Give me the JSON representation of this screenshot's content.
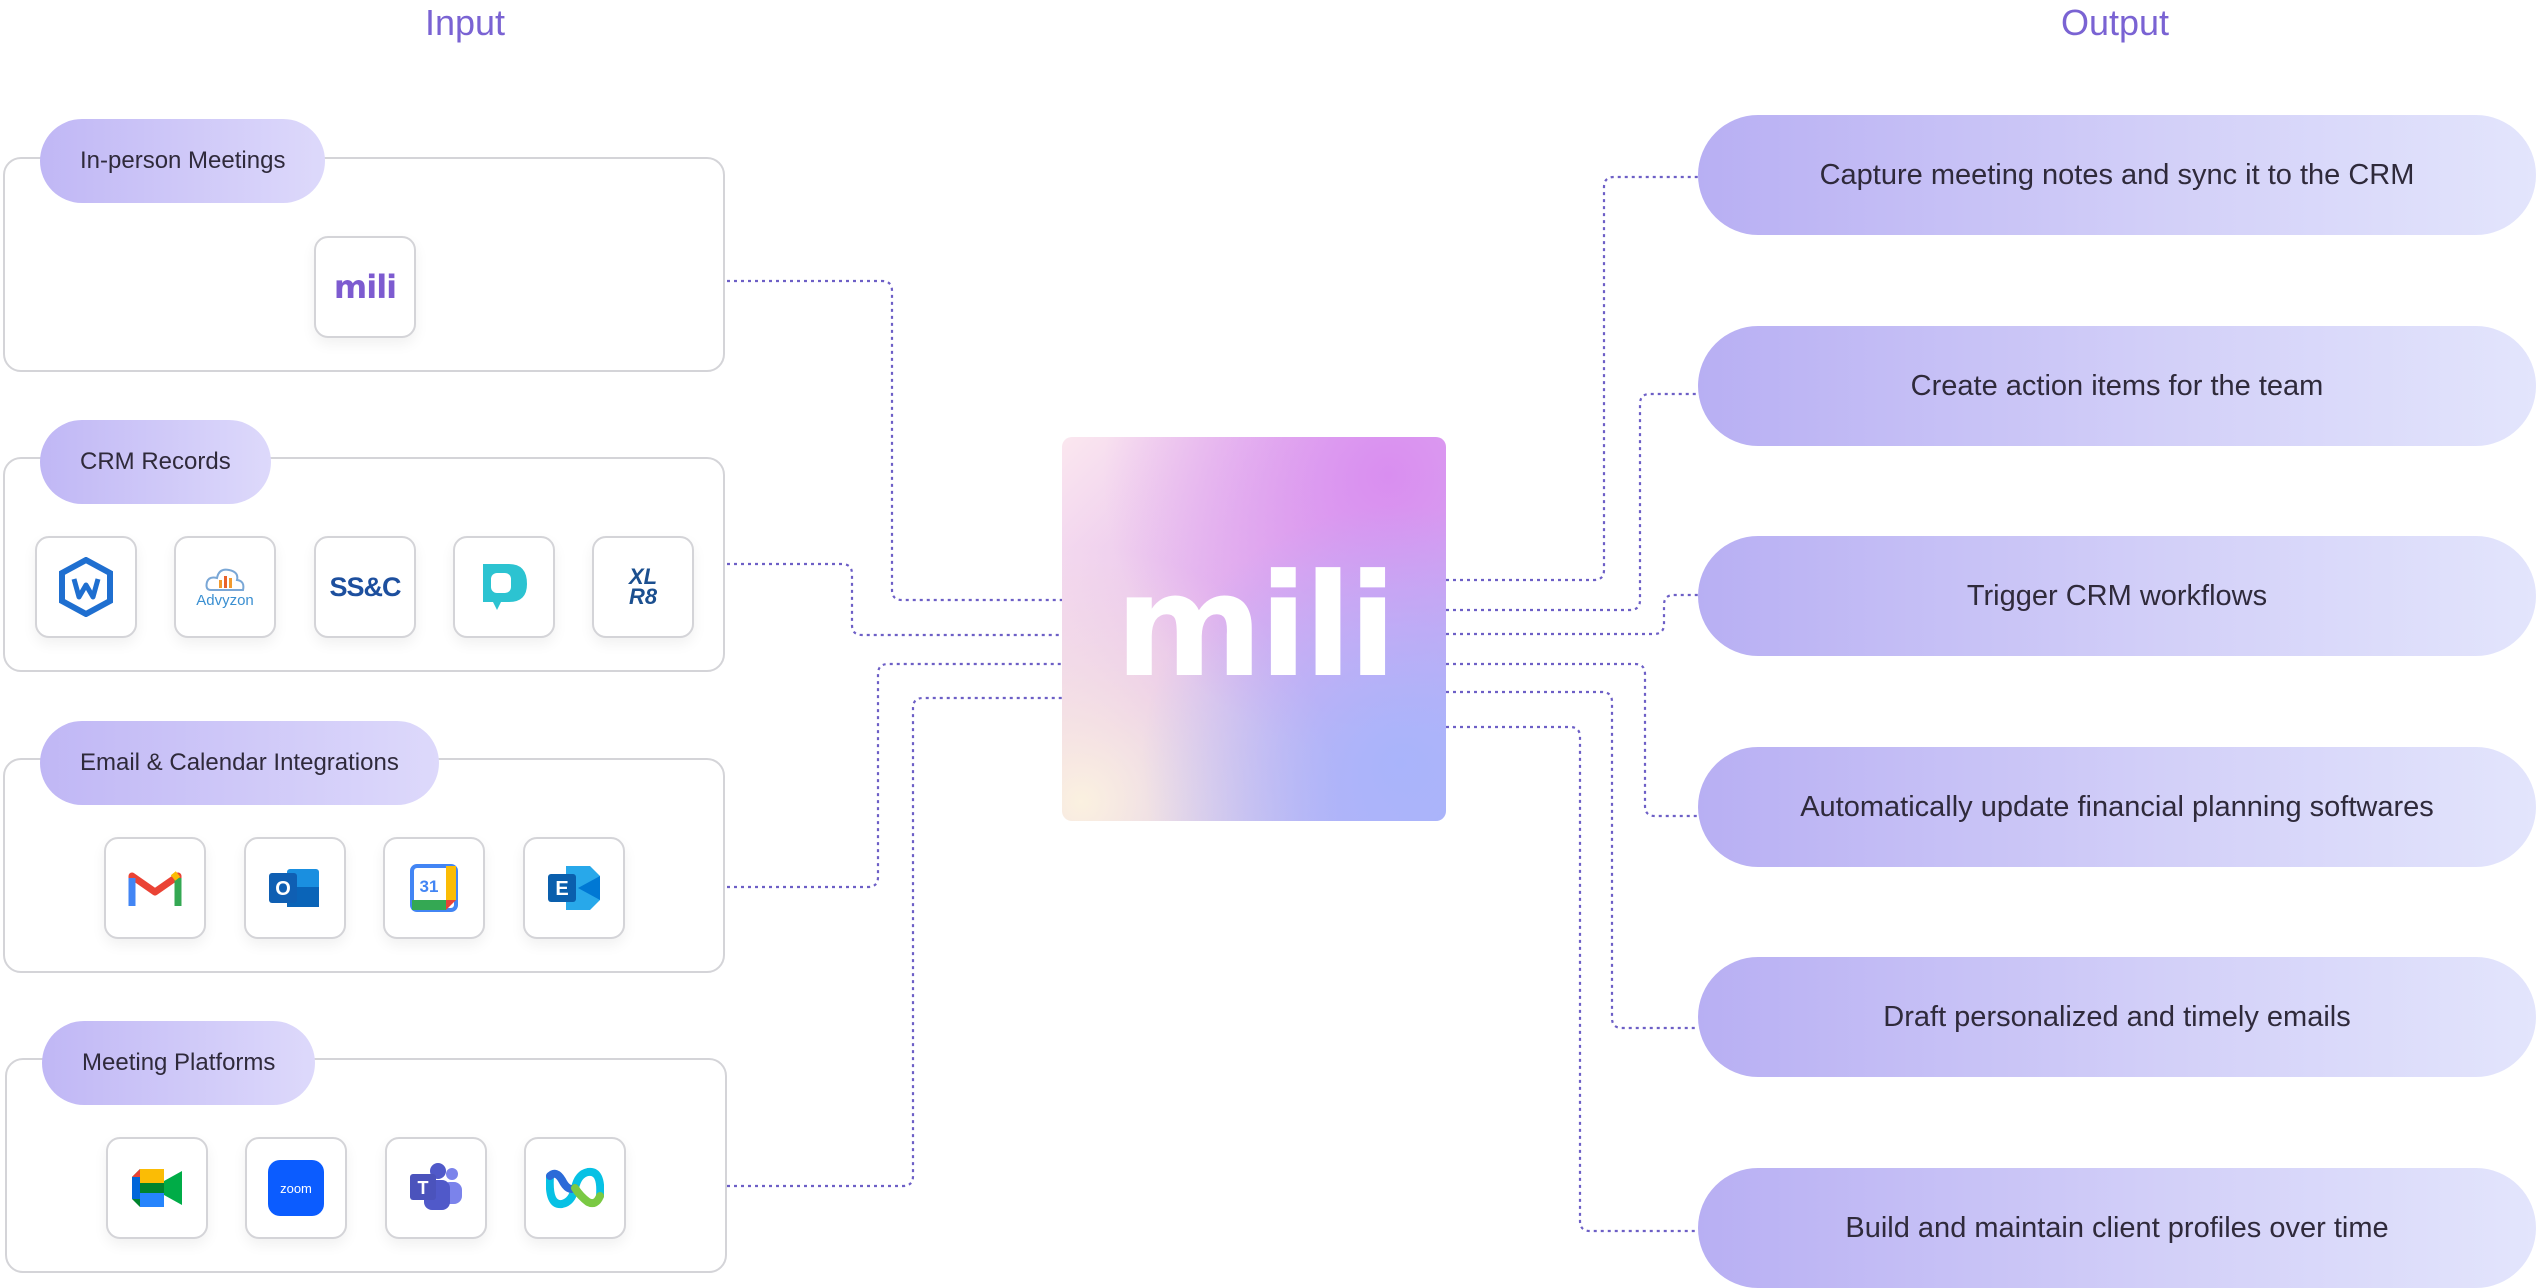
{
  "headings": {
    "input": "Input",
    "output": "Output"
  },
  "center": {
    "logo_text": "mili"
  },
  "input_groups": [
    {
      "label": "In-person Meetings",
      "tiles": [
        {
          "icon": "mili-logo-icon",
          "text": "mili"
        }
      ]
    },
    {
      "label": "CRM Records",
      "tiles": [
        {
          "icon": "wealthbox-icon"
        },
        {
          "icon": "advyzon-icon",
          "text": "Advyzon"
        },
        {
          "icon": "ssc-icon",
          "text": "SS&C"
        },
        {
          "icon": "redtail-icon"
        },
        {
          "icon": "xlr8-icon",
          "text": "XL R8"
        }
      ]
    },
    {
      "label": "Email & Calendar Integrations",
      "tiles": [
        {
          "icon": "gmail-icon"
        },
        {
          "icon": "outlook-icon",
          "text": "O"
        },
        {
          "icon": "google-calendar-icon",
          "text": "31"
        },
        {
          "icon": "exchange-icon",
          "text": "E"
        }
      ]
    },
    {
      "label": "Meeting Platforms",
      "tiles": [
        {
          "icon": "google-meet-icon"
        },
        {
          "icon": "zoom-icon",
          "text": "zoom"
        },
        {
          "icon": "teams-icon",
          "text": "T"
        },
        {
          "icon": "webex-icon"
        }
      ]
    }
  ],
  "outputs": [
    "Capture meeting notes and sync it to the CRM",
    "Create action items for the team",
    "Trigger CRM workflows",
    "Automatically update financial planning softwares",
    "Draft personalized and timely emails",
    "Build and maintain client profiles over time"
  ],
  "colors": {
    "accent": "#7a63d3",
    "connector": "#6d5fc6",
    "pill_start": "#b8aff3",
    "pill_end": "#e3e5fc"
  }
}
